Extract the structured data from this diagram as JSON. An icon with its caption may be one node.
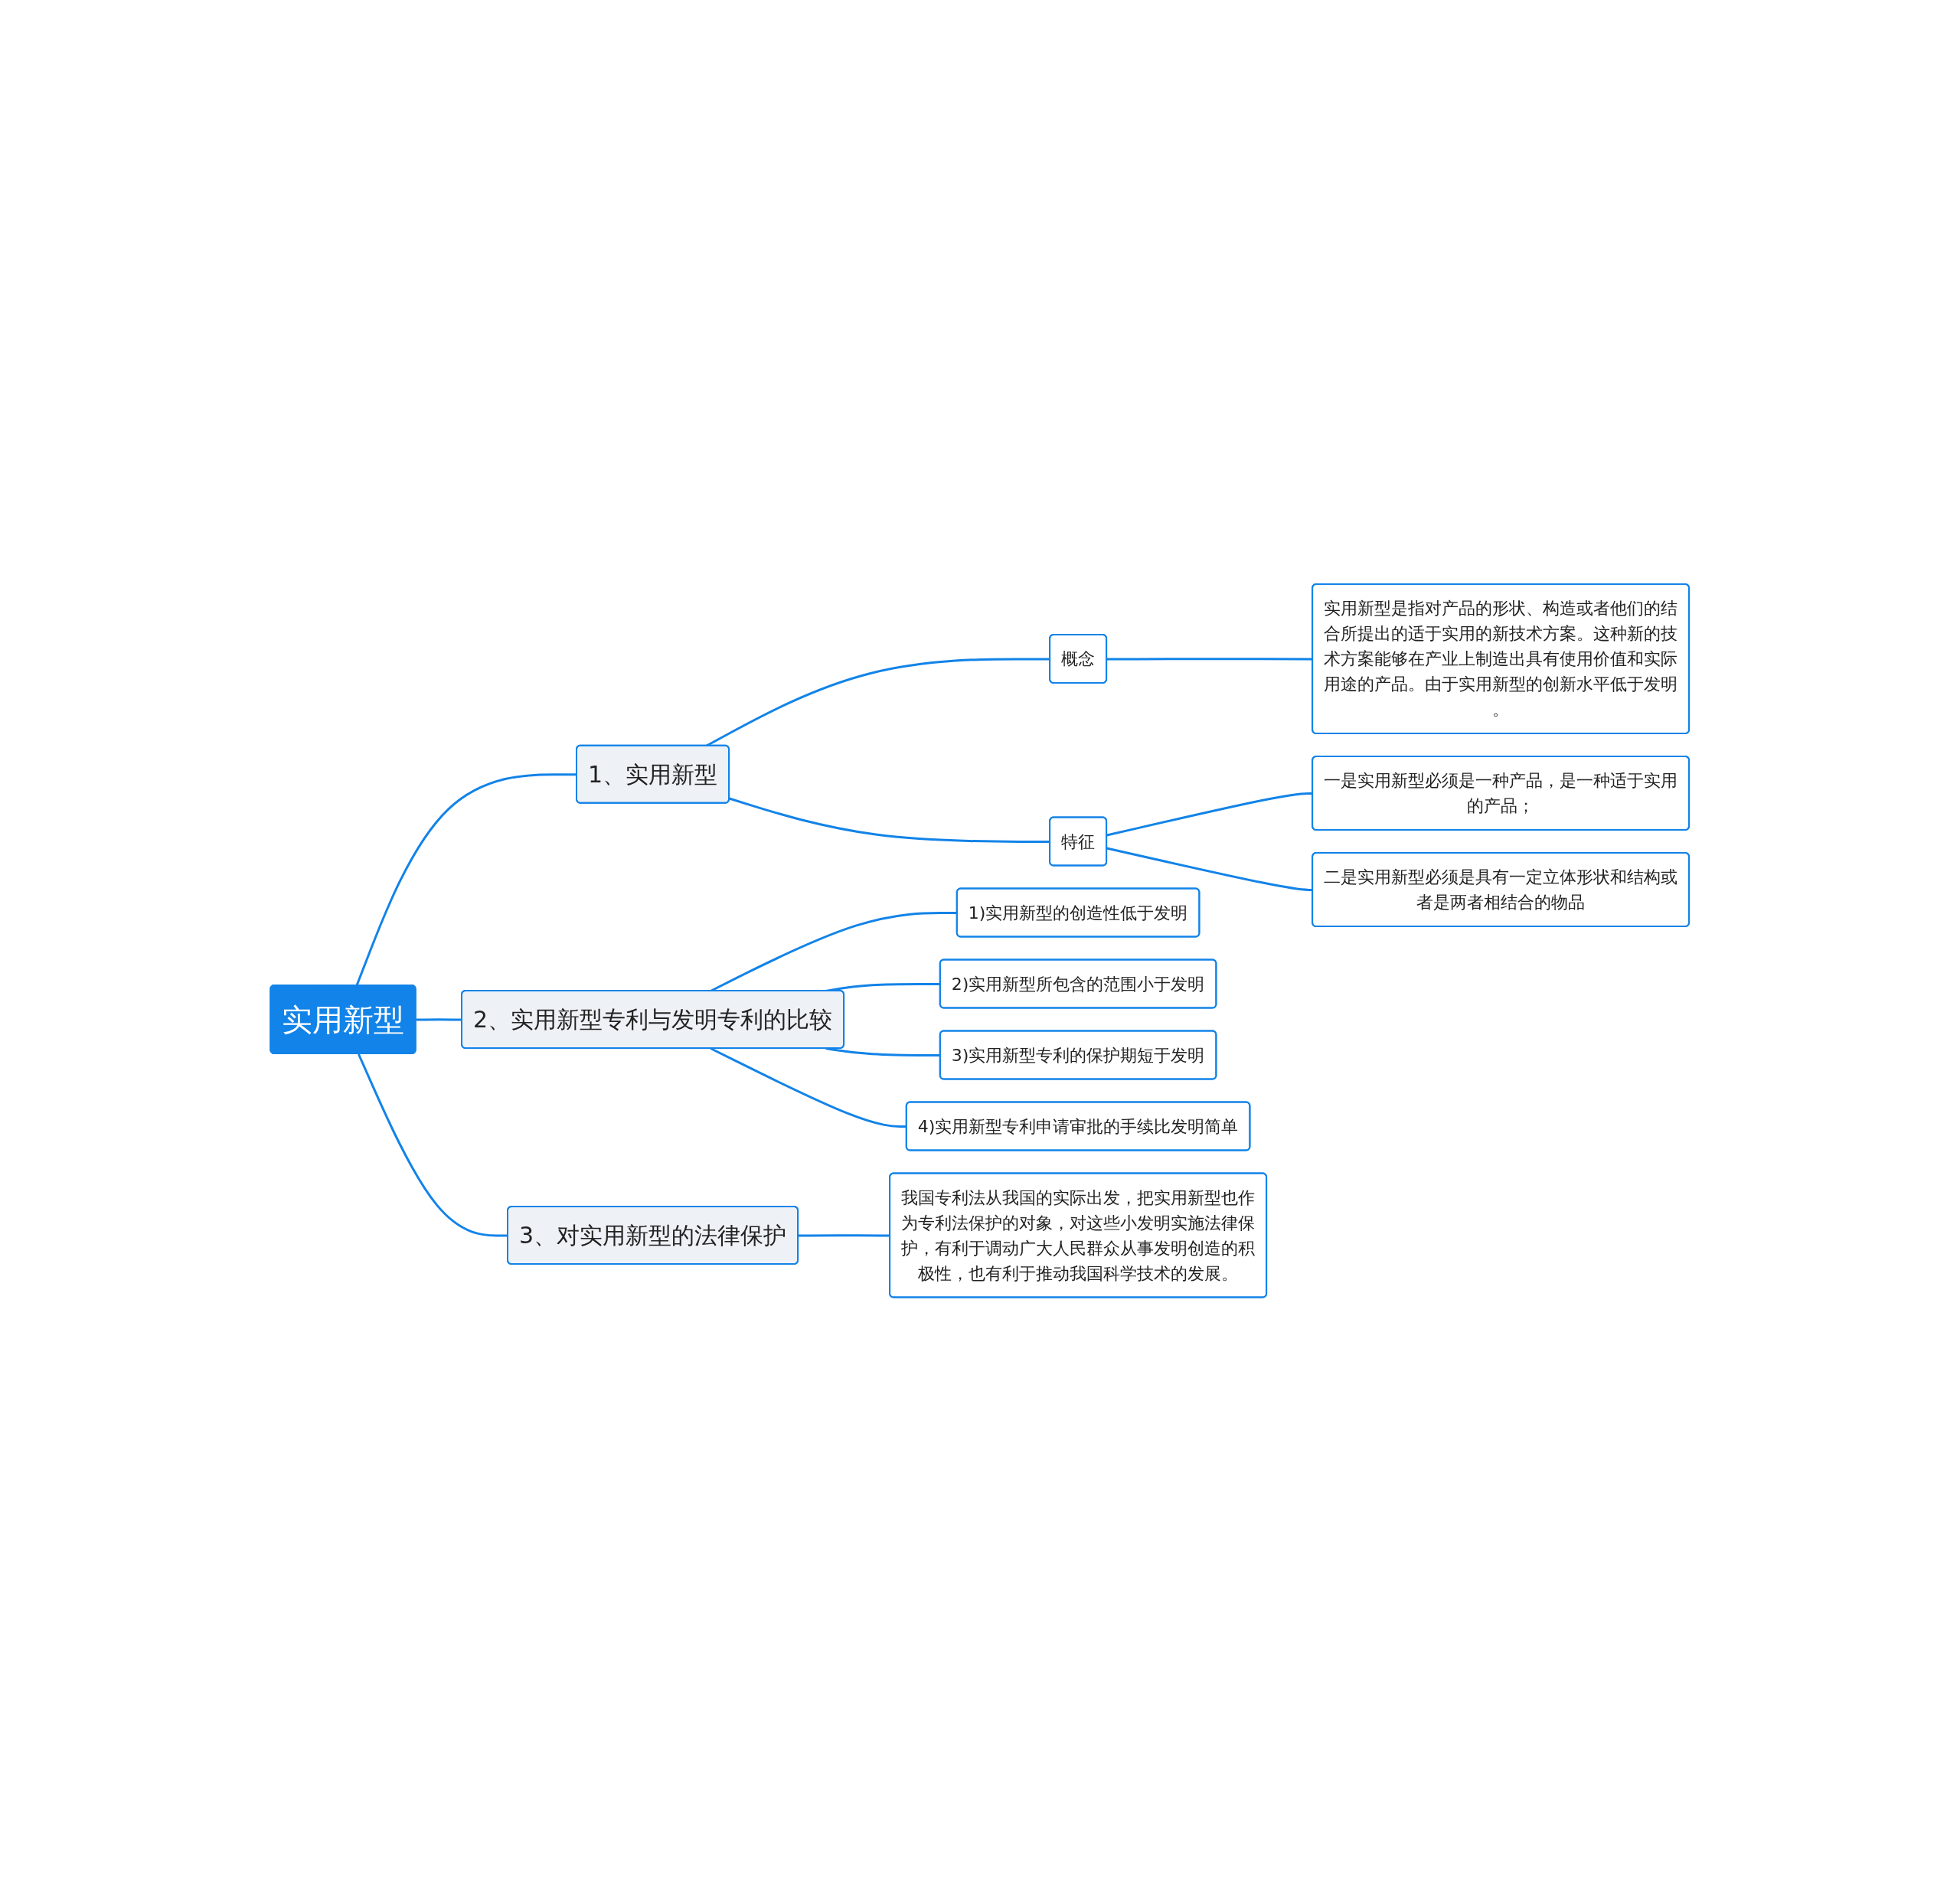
{
  "diagram": {
    "nodes": [
      {
        "text": [
          "实用新型"
        ]
      },
      {
        "text": [
          "1、实用新型"
        ]
      },
      {
        "text": [
          "概念"
        ]
      },
      {
        "text": [
          "实用新型是指对产品的形状、构造或者他们的结合所提出的适于实用的新技术方案。这种新的技术方案能够在产业上制造出具有使用价值和实际用途的产品。由于实用新型的创新水平低于发明。"
        ]
      },
      {
        "text": [
          "特征"
        ]
      },
      {
        "text": [
          "一是实用新型必须是一种产品，是一种适于实用的产品；"
        ]
      },
      {
        "text": [
          "二是实用新型必须是具有一定立体形状和结构或者是两者相结合的物品"
        ]
      },
      {
        "text": [
          "2、实用新型专利与发明专利的比较"
        ]
      },
      {
        "text": [
          "1)实用新型的创造性低于发明"
        ]
      },
      {
        "text": [
          "2)实用新型所包含的范围小于发明"
        ]
      },
      {
        "text": [
          "3)实用新型专利的保护期短于发明"
        ]
      },
      {
        "text": [
          "4)实用新型专利申请审批的手续比发明简单"
        ]
      },
      {
        "text": [
          "3、对实用新型的法律保护"
        ]
      },
      {
        "text": [
          "我国专利法从我国的实际出发，把实用新型也作为专利法保护的对象，对这些小发明实施法律保护，有利于调动广大人民群众从事发明创造的积极性，也有利于推动我国科学技术的发展。"
        ]
      }
    ],
    "edges": [
      {
        "from": 0,
        "to": 1,
        "arrow": "none"
      },
      {
        "from": 0,
        "to": 7,
        "arrow": "none"
      },
      {
        "from": 0,
        "to": 12,
        "arrow": "none"
      },
      {
        "from": 1,
        "to": 2,
        "arrow": "none"
      },
      {
        "from": 1,
        "to": 4,
        "arrow": "none"
      },
      {
        "from": 2,
        "to": 3,
        "arrow": "none"
      },
      {
        "from": 4,
        "to": 5,
        "arrow": "none"
      },
      {
        "from": 4,
        "to": 6,
        "arrow": "none"
      },
      {
        "from": 7,
        "to": 8,
        "arrow": "none"
      },
      {
        "from": 7,
        "to": 9,
        "arrow": "none"
      },
      {
        "from": 7,
        "to": 10,
        "arrow": "none"
      },
      {
        "from": 7,
        "to": 11,
        "arrow": "none"
      },
      {
        "from": 12,
        "to": 13,
        "arrow": "none"
      }
    ]
  }
}
